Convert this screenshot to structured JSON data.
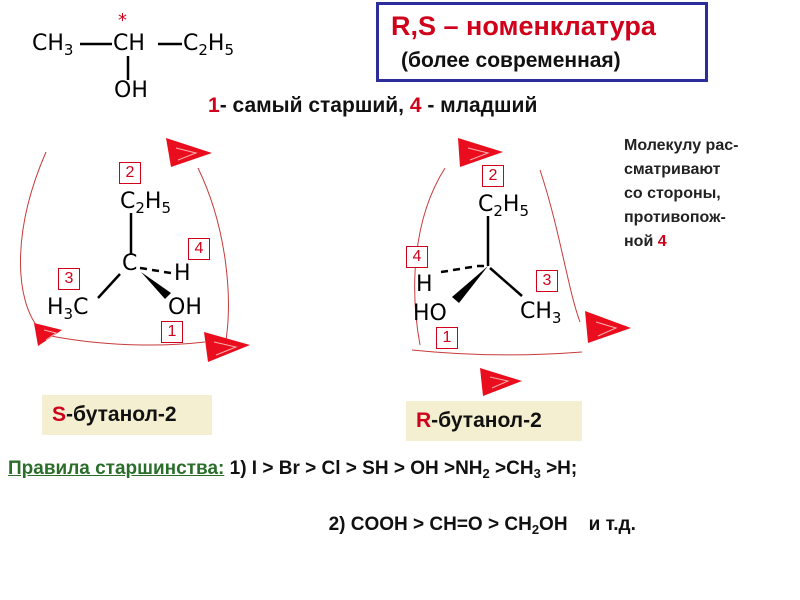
{
  "top_formula": {
    "star": "*",
    "left": "CH",
    "left_sub": "3",
    "center": "CH",
    "right": "C",
    "right_sub1": "2",
    "right_h": "H",
    "right_sub2": "5",
    "bottom": "OH"
  },
  "title": {
    "main": "R,S – номенклатура",
    "sub": "(более современная)"
  },
  "rule": {
    "p1": "1",
    "t1": "- самый старший, ",
    "p2": "4",
    "t2": " - младший"
  },
  "note": {
    "lines": [
      "Молекулу рас-",
      "сматривают",
      "со стороны,",
      "противопож-",
      "ной "
    ],
    "num": "4"
  },
  "left_molecule": {
    "top": "C",
    "top_sub1": "2",
    "top_h": "H",
    "top_sub2": "5",
    "center": "C",
    "right": "H",
    "left": "H",
    "left_sub": "3",
    "left_c": "C",
    "bottom": "OH",
    "labels": [
      "2",
      "4",
      "3",
      "1"
    ],
    "name_letter": "S",
    "name_rest": "-бутанол-2"
  },
  "right_molecule": {
    "top": "C",
    "top_sub1": "2",
    "top_h": "H",
    "top_sub2": "5",
    "left": "H",
    "left_bottom": "HO",
    "right": "CH",
    "right_sub": "3",
    "labels": [
      "2",
      "4",
      "3",
      "1"
    ],
    "name_letter": "R",
    "name_rest": "-бутанол-2"
  },
  "priority": {
    "label": "Правила старшинства:",
    "line1_a": " 1) I > Br > Cl > SH > OH >NH",
    "line1_sub1": "2",
    "line1_b": " >CH",
    "line1_sub2": "3",
    "line1_c": " >H;",
    "line2_a": "2) COOH > CH=O > CH",
    "line2_sub": "2",
    "line2_b": "OH    и т.д."
  },
  "colors": {
    "accent": "#d0021b",
    "title_border": "#2c2c9a",
    "label_green": "#2a6e2a",
    "name_bg": "#f3efd0"
  }
}
